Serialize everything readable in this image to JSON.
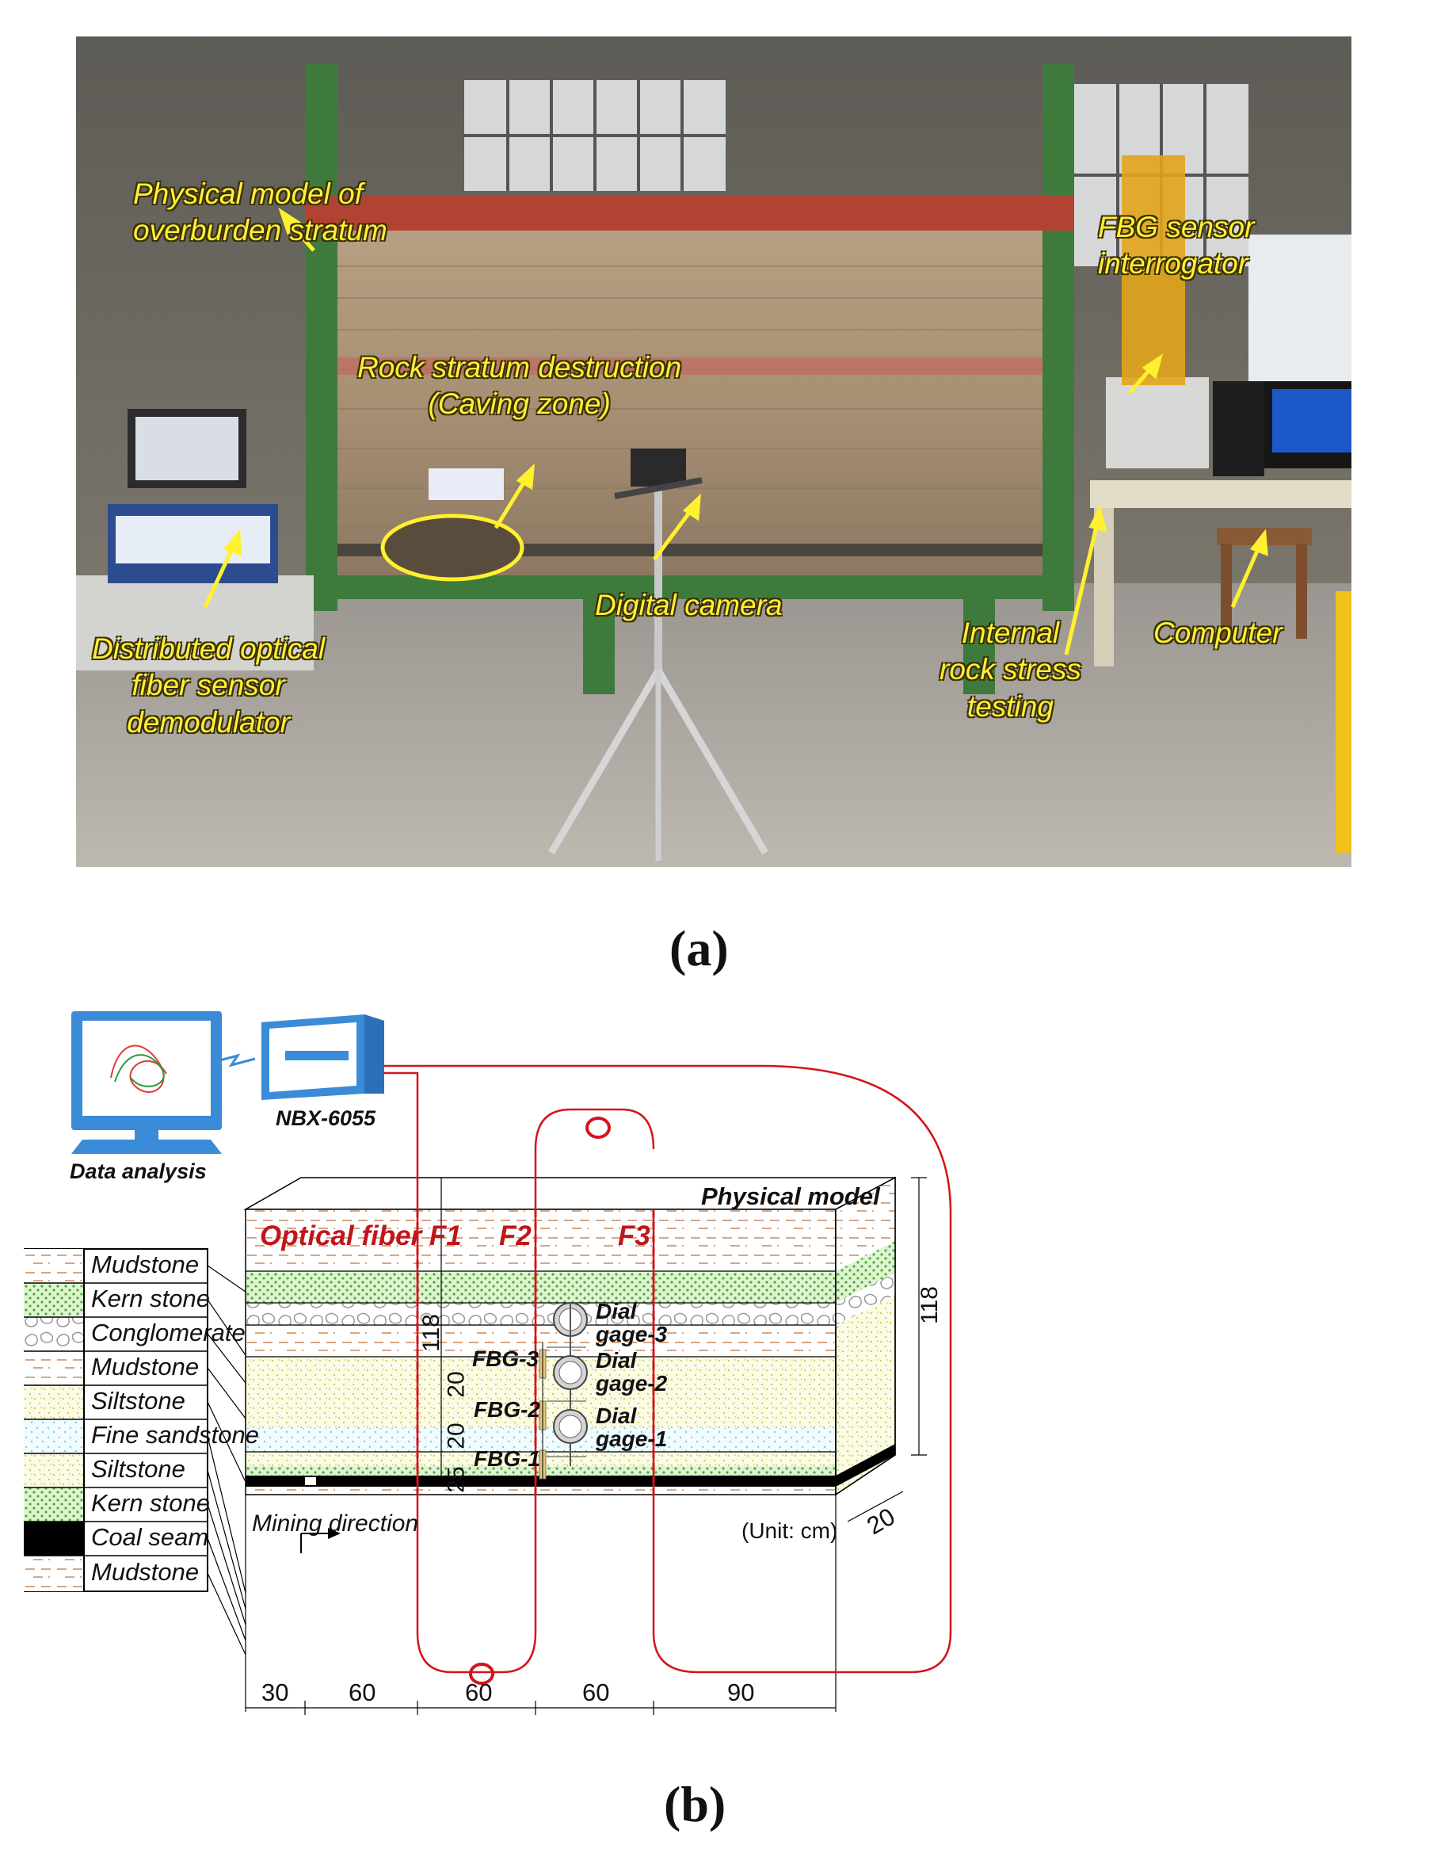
{
  "panel_a": {
    "caption": "(a)",
    "labels": {
      "physical_model": "Physical model of\noverburden stratum",
      "rock_destruction": "Rock stratum destruction\n(Caving zone)",
      "fbg_interrogator": "FBG sensor\ninterrogator",
      "distributed_demodulator": "Distributed optical\nfiber sensor\ndemodulator",
      "digital_camera": "Digital camera",
      "internal_stress": "Internal\nrock stress\ntesting",
      "computer": "Computer"
    }
  },
  "panel_b": {
    "caption": "(b)",
    "data_analysis": "Data analysis",
    "device_name": "NBX-6055",
    "physical_model": "Physical model",
    "optical_fibers": [
      "Optical fiber F1",
      "F2",
      "F3"
    ],
    "legend": [
      "Mudstone",
      "Kern stone",
      "Conglomerate",
      "Mudstone",
      "Siltstone",
      "Fine sandstone",
      "Siltstone",
      "Kern stone",
      "Coal seam",
      "Mudstone"
    ],
    "fbg_sensors": [
      "FBG-3",
      "FBG-2",
      "FBG-1"
    ],
    "dial_gages": [
      "Dial\ngage-3",
      "Dial\ngage-2",
      "Dial\ngage-1"
    ],
    "mining_direction": "Mining direction",
    "unit": "(Unit: cm)",
    "height_total": "118",
    "height_inner": "118",
    "vertical_spacings": [
      "20",
      "20",
      "25"
    ],
    "depth": "20",
    "horizontal_spacings": [
      "30",
      "60",
      "60",
      "60",
      "90"
    ]
  },
  "colors": {
    "label_yellow": "#ffef38",
    "fiber_red": "#d4141b",
    "kern_green": "#5cb832",
    "siltstone_yellow": "#c9c64a",
    "fine_sand_cyan": "#6fd3e6",
    "mudstone_brown": "#c98a5a",
    "coal_black": "#000000",
    "computer_blue": "#3a8bd8"
  }
}
